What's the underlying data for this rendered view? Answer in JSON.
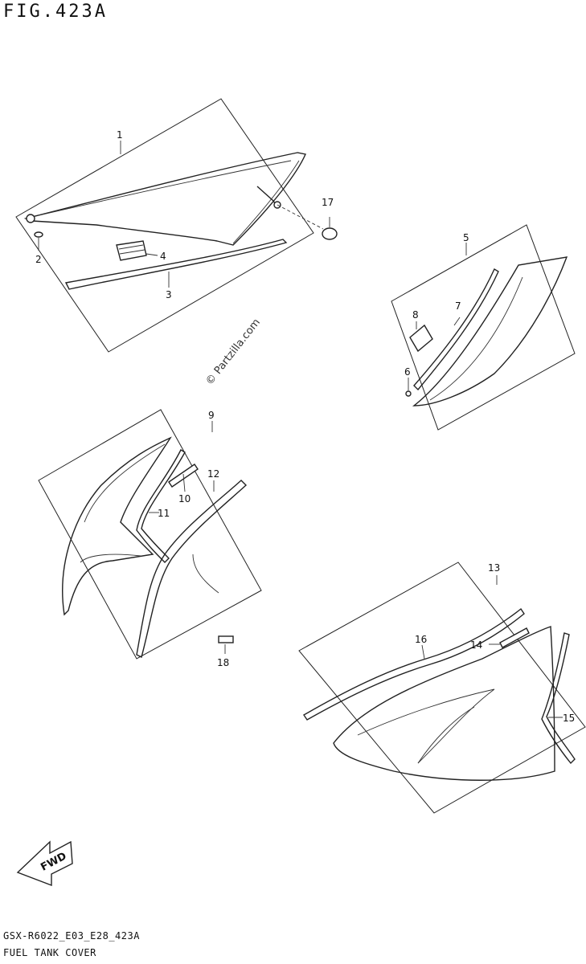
{
  "figure": {
    "title": "FIG.423A",
    "watermark": "© Partzilla.com",
    "fwd_label": "FWD"
  },
  "callouts": [
    {
      "id": "1",
      "label": "1"
    },
    {
      "id": "2",
      "label": "2"
    },
    {
      "id": "3",
      "label": "3"
    },
    {
      "id": "4",
      "label": "4"
    },
    {
      "id": "5",
      "label": "5"
    },
    {
      "id": "6",
      "label": "6"
    },
    {
      "id": "7",
      "label": "7"
    },
    {
      "id": "8",
      "label": "8"
    },
    {
      "id": "9",
      "label": "9"
    },
    {
      "id": "10",
      "label": "10"
    },
    {
      "id": "11",
      "label": "11"
    },
    {
      "id": "12",
      "label": "12"
    },
    {
      "id": "13",
      "label": "13"
    },
    {
      "id": "14",
      "label": "14"
    },
    {
      "id": "15",
      "label": "15"
    },
    {
      "id": "16",
      "label": "16"
    },
    {
      "id": "17",
      "label": "17"
    },
    {
      "id": "18",
      "label": "18"
    }
  ],
  "footer": {
    "code": "GSX-R6022_E03_E28_423A",
    "name": "FUEL TANK COVER"
  },
  "colors": {
    "line": "#222222",
    "background": "#ffffff"
  }
}
